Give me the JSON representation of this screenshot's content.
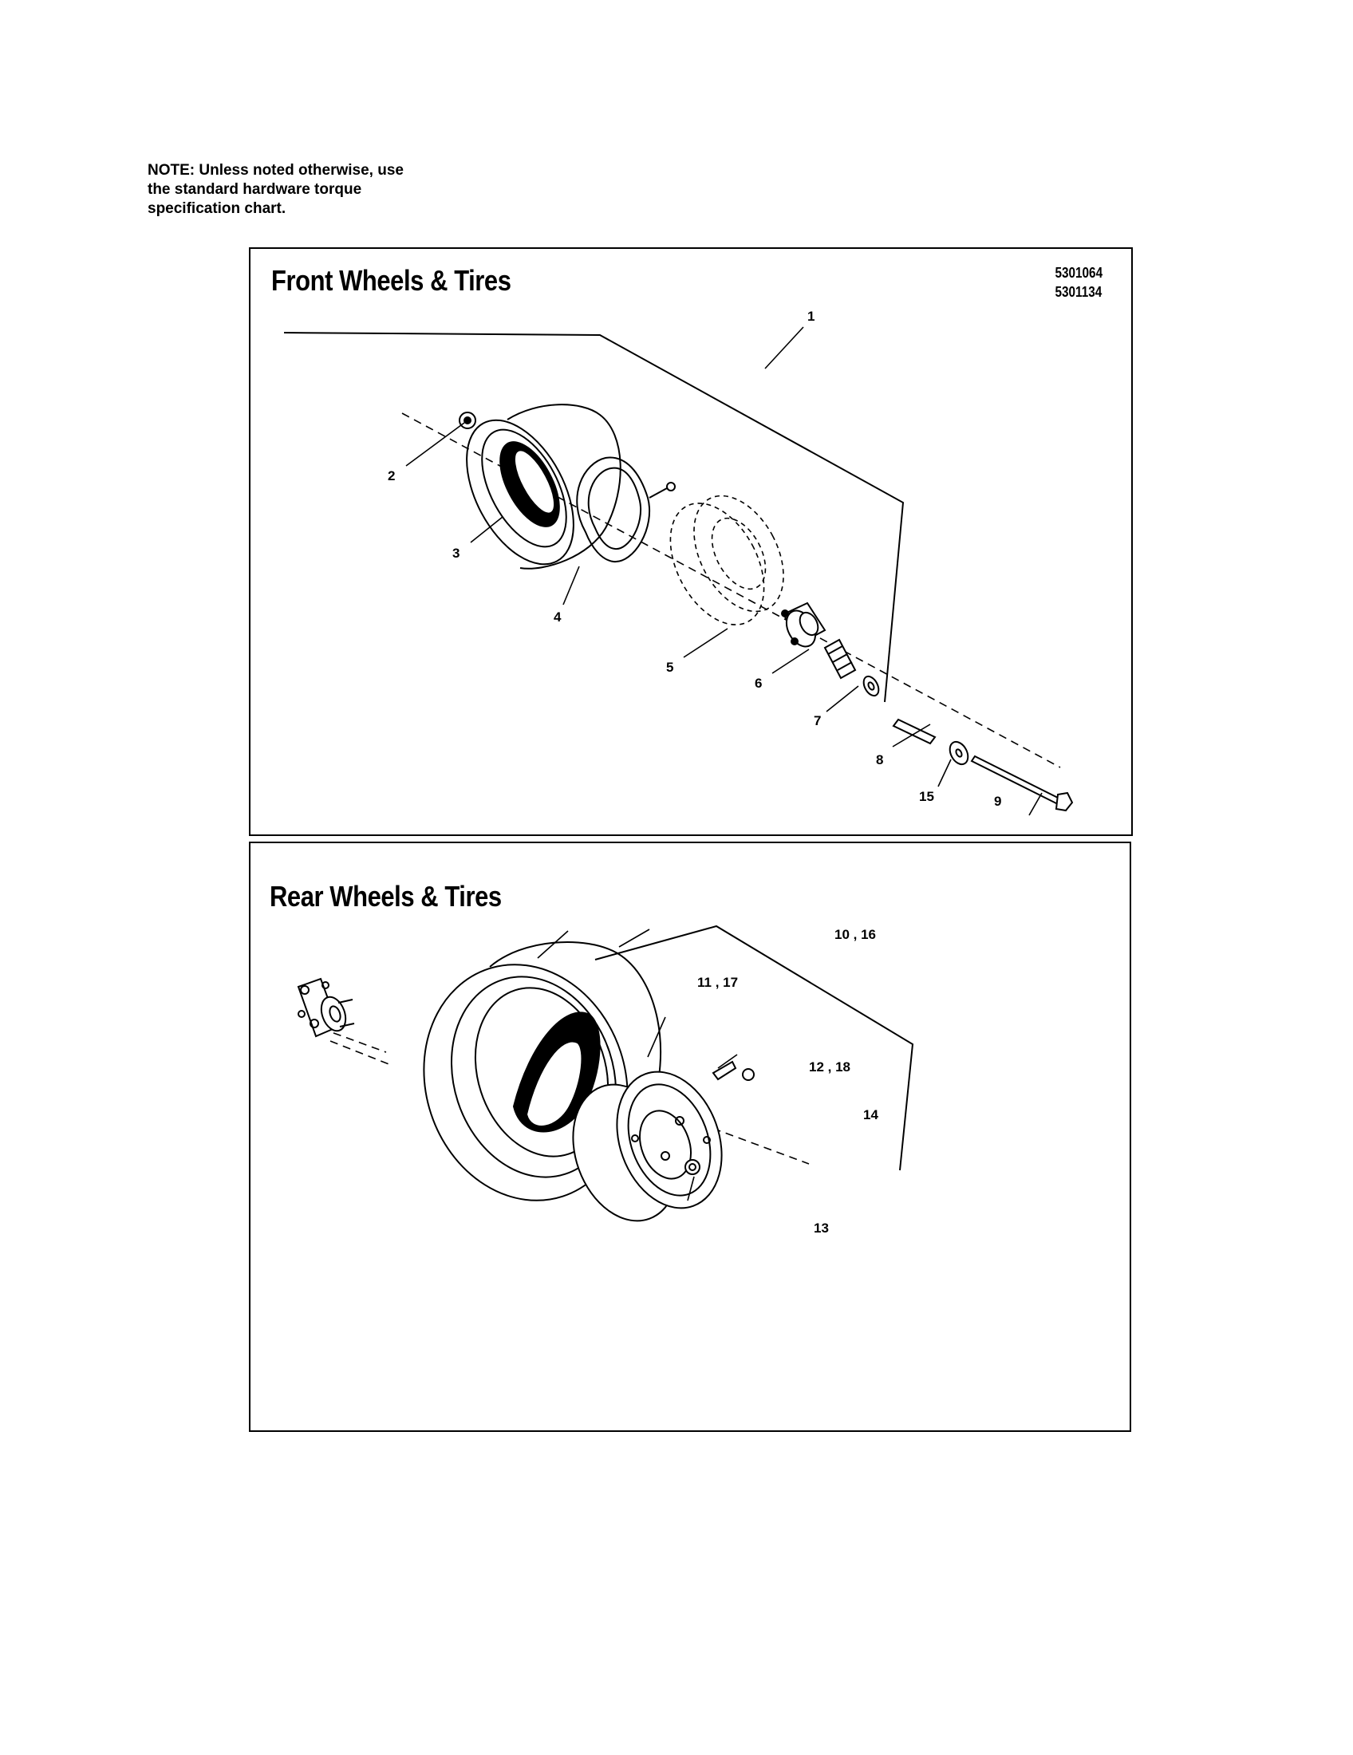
{
  "note": {
    "lines": [
      "NOTE: Unless noted otherwise, use",
      "the standard hardware torque",
      "specification chart."
    ]
  },
  "front_panel": {
    "title": "Front Wheels & Tires",
    "part_numbers": [
      "5301064",
      "5301134"
    ],
    "callouts": [
      "1",
      "2",
      "3",
      "4",
      "5",
      "6",
      "7",
      "8",
      "15",
      "9"
    ]
  },
  "rear_panel": {
    "title": "Rear Wheels & Tires",
    "callouts": [
      "10 , 16",
      "11 , 17",
      "12 , 18",
      "14",
      "13"
    ]
  }
}
